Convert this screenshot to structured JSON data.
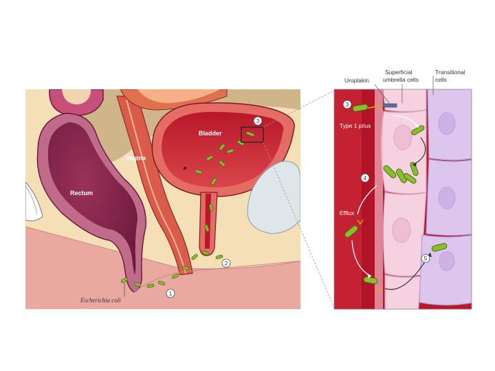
{
  "labels": {
    "bladder": "Bladder",
    "vagina": "Vagina",
    "rectum": "Rectum",
    "ecoli": "Escherichia coli",
    "uroplakin": "Uroplakin",
    "umbrella_line1": "Superficial",
    "umbrella_line2": "umbrella cells",
    "transitional_line1": "Transitional",
    "transitional_line2": "cells",
    "type1_pilus": "Type 1 pilus",
    "efflux": "Efflux"
  },
  "steps": [
    "1",
    "2",
    "3",
    "4",
    "5"
  ],
  "colors": {
    "tissue_tan": "#f6dfb4",
    "rectum": "#8c2a50",
    "bladder": "#c0202f",
    "umbrella_cell": "#f6d1e0",
    "transitional_cell": "#dcc6ee",
    "bacteria": "#8bbd2c"
  }
}
